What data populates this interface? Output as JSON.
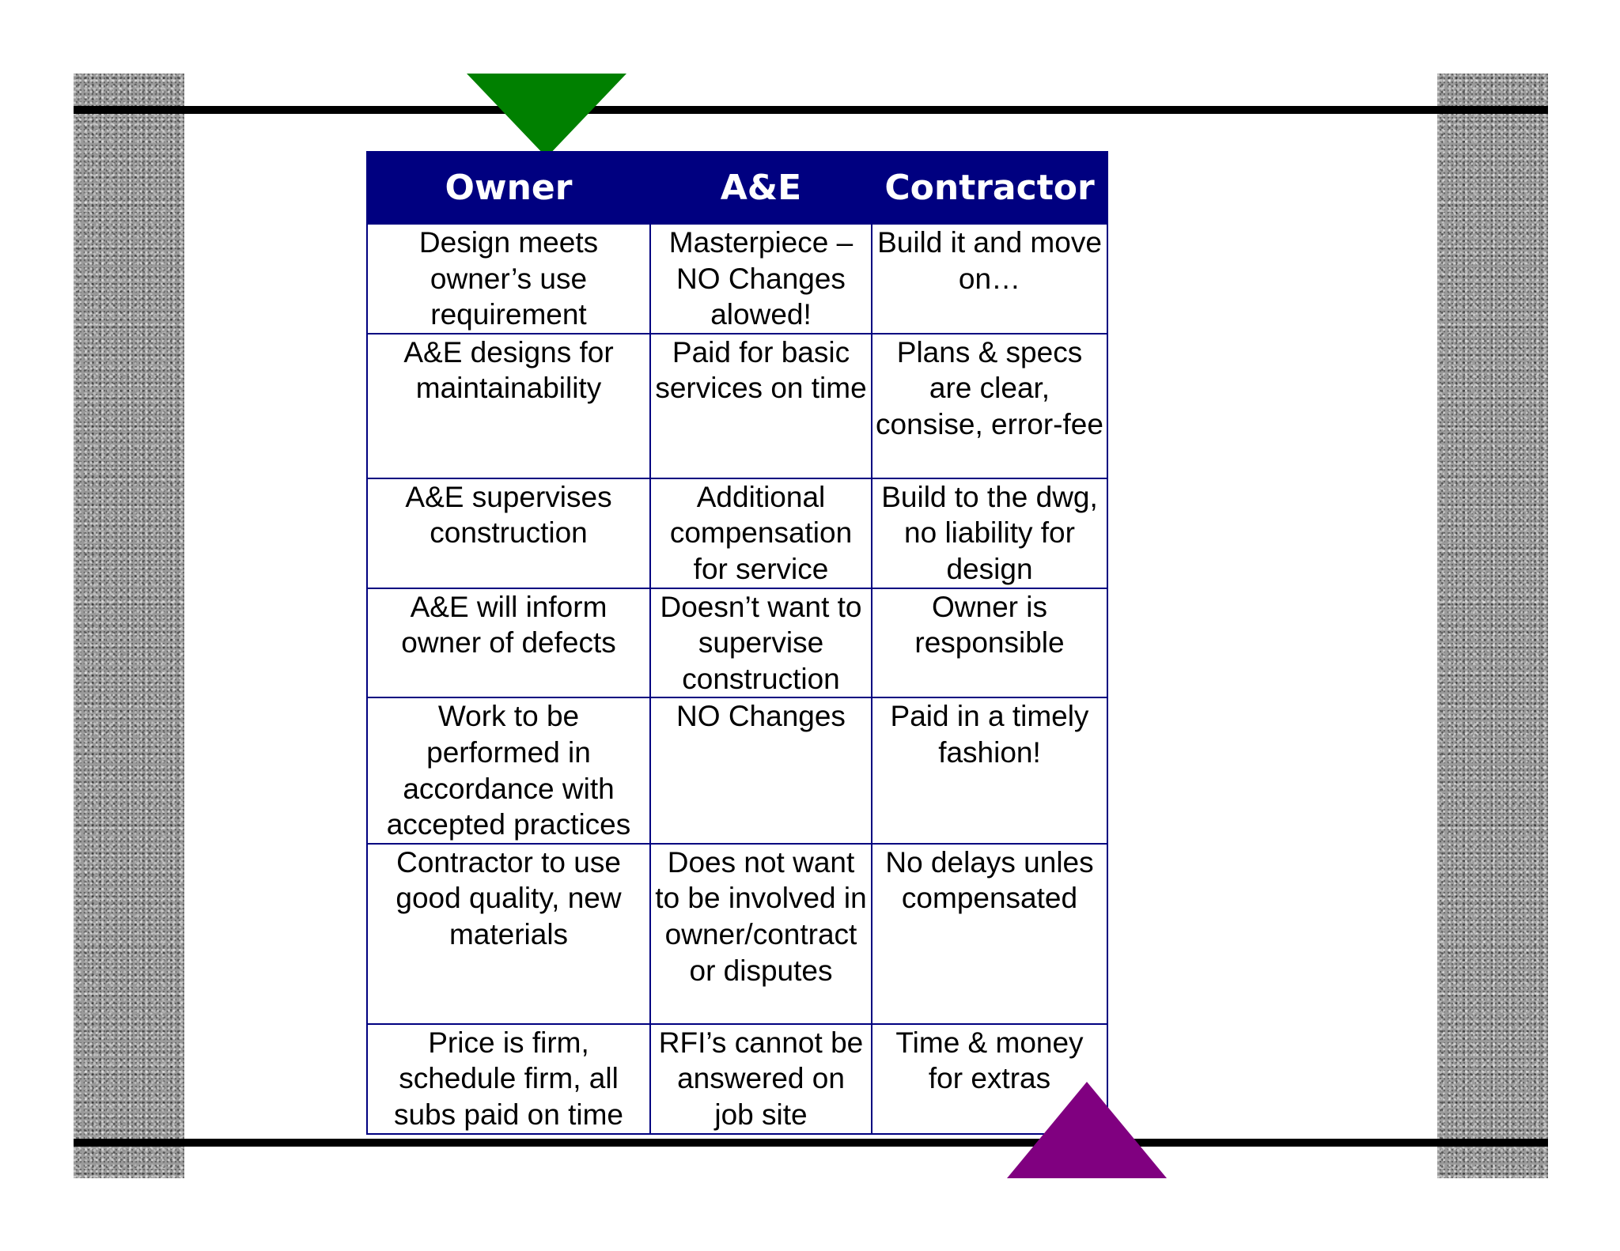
{
  "table": {
    "headers": [
      "Owner",
      "A&E",
      "Contractor"
    ],
    "rows": [
      [
        "Design meets owner’s use requirement",
        "Masterpiece – NO Changes alowed!",
        "Build it and move on…"
      ],
      [
        "A&E designs for maintainability",
        "Paid for basic services on time",
        "Plans & specs are clear, consise, error-fee"
      ],
      [
        "A&E supervises construction",
        "Additional compensation for service",
        "Build to the dwg, no liability for design"
      ],
      [
        "A&E will inform owner of defects",
        "Doesn’t want to supervise construction",
        "Owner is responsible"
      ],
      [
        "Work to be performed in accordance with accepted practices",
        "NO Changes",
        "Paid in a timely fashion!"
      ],
      [
        "Contractor to use good quality, new materials",
        "Does not want to be involved in owner/contract or disputes",
        "No delays unles compensated"
      ],
      [
        "Price is firm, schedule firm, all subs paid on time",
        "RFI’s cannot be answered on job site",
        "Time & money for extras"
      ]
    ]
  },
  "colors": {
    "header_bg": "#000080",
    "header_text": "#ffffff",
    "border": "#000080",
    "top_triangle": "#008000",
    "bottom_triangle": "#800080",
    "rule": "#000000"
  }
}
